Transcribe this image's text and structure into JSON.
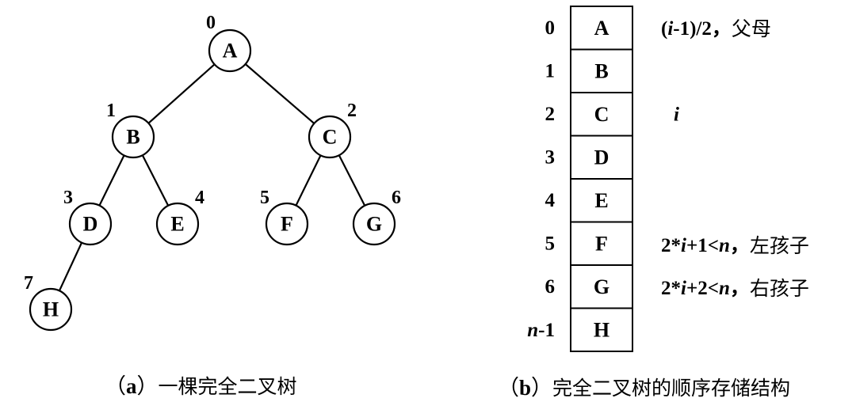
{
  "tree": {
    "nodes": [
      {
        "id": "A",
        "index": "0"
      },
      {
        "id": "B",
        "index": "1"
      },
      {
        "id": "C",
        "index": "2"
      },
      {
        "id": "D",
        "index": "3"
      },
      {
        "id": "E",
        "index": "4"
      },
      {
        "id": "F",
        "index": "5"
      },
      {
        "id": "G",
        "index": "6"
      },
      {
        "id": "H",
        "index": "7"
      }
    ],
    "edges": [
      [
        "A",
        "B"
      ],
      [
        "A",
        "C"
      ],
      [
        "B",
        "D"
      ],
      [
        "B",
        "E"
      ],
      [
        "C",
        "F"
      ],
      [
        "C",
        "G"
      ],
      [
        "D",
        "H"
      ]
    ],
    "caption_label": "a",
    "caption_text": "一棵完全二叉树"
  },
  "array": {
    "rows": [
      {
        "index": "0",
        "value": "A"
      },
      {
        "index": "1",
        "value": "B"
      },
      {
        "index": "2",
        "value": "C"
      },
      {
        "index": "3",
        "value": "D"
      },
      {
        "index": "4",
        "value": "E"
      },
      {
        "index": "5",
        "value": "F"
      },
      {
        "index": "6",
        "value": "G"
      },
      {
        "index": "n-1",
        "value": "H"
      }
    ],
    "annotations": {
      "parent": "(i-1)/2，父母",
      "current": "i",
      "left_child": "2*i+1<n，左孩子",
      "right_child": "2*i+2<n，右孩子"
    },
    "caption_label": "b",
    "caption_text": "完全二叉树的顺序存储结构"
  }
}
